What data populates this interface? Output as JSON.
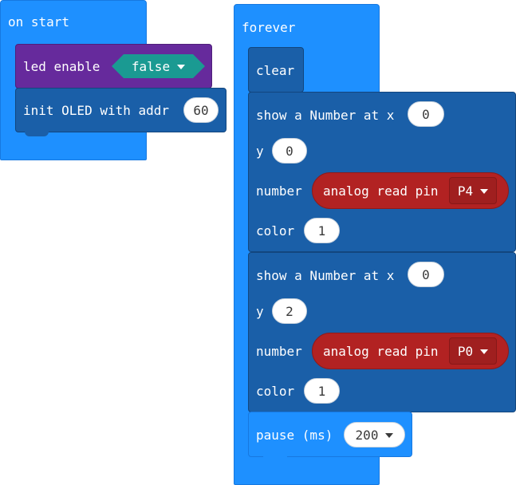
{
  "on_start": {
    "title": "on start",
    "led": {
      "label": "led enable",
      "value": "false"
    },
    "oled": {
      "label": "init OLED with addr",
      "value": "60"
    }
  },
  "forever": {
    "title": "forever",
    "clear_label": "clear",
    "show1": {
      "label": "show a Number at x",
      "x": "0",
      "y_label": "y",
      "y": "0",
      "number_label": "number",
      "analog_label": "analog read pin",
      "pin": "P4",
      "color_label": "color",
      "color": "1"
    },
    "show2": {
      "label": "show a Number at x",
      "x": "0",
      "y_label": "y",
      "y": "2",
      "number_label": "number",
      "analog_label": "analog read pin",
      "pin": "P0",
      "color_label": "color",
      "color": "1"
    },
    "pause": {
      "label": "pause (ms)",
      "value": "200"
    }
  },
  "colors": {
    "event": "#1e90ff",
    "oled": "#1a5fa8",
    "led": "#662a9c",
    "led_dropdown": "#1a9a92",
    "analog": "#b22222"
  }
}
